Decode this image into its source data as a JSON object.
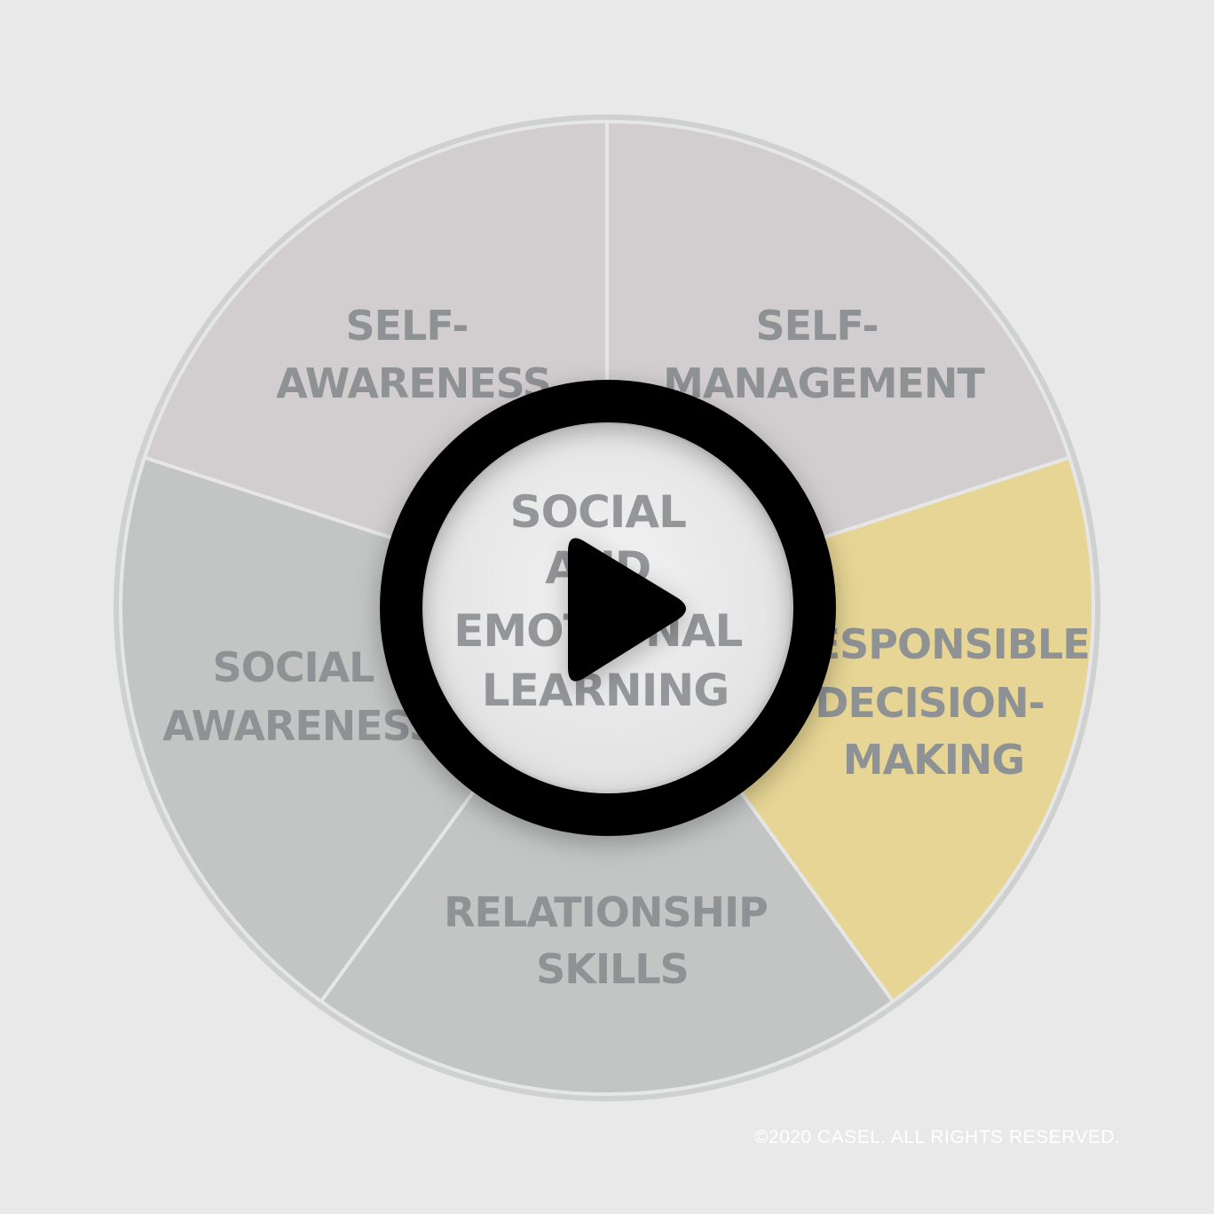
{
  "diagram": {
    "segments": [
      {
        "id": "self-awareness",
        "lines": [
          "SELF-",
          "AWARENESS"
        ],
        "color": "#d2cecf"
      },
      {
        "id": "self-management",
        "lines": [
          "SELF-",
          "MANAGEMENT"
        ],
        "color": "#d2cecf"
      },
      {
        "id": "responsible-decision-making",
        "lines": [
          "RESPONSIBLE",
          "DECISION-",
          "MAKING"
        ],
        "color": "#e6d594"
      },
      {
        "id": "relationship-skills",
        "lines": [
          "RELATIONSHIP",
          "SKILLS"
        ],
        "color": "#c3c5c5"
      },
      {
        "id": "social-awareness",
        "lines": [
          "SOCIAL",
          "AWARENESS"
        ],
        "color": "#c3c5c5"
      }
    ],
    "center": {
      "lines": [
        "SOCIAL",
        "AND",
        "EMOTIONAL",
        "LEARNING"
      ]
    }
  },
  "overlay": {
    "play_icon": "play-icon",
    "color": "#000000"
  },
  "footer": {
    "copyright": "©2020 CASEL. ALL RIGHTS RESERVED."
  }
}
